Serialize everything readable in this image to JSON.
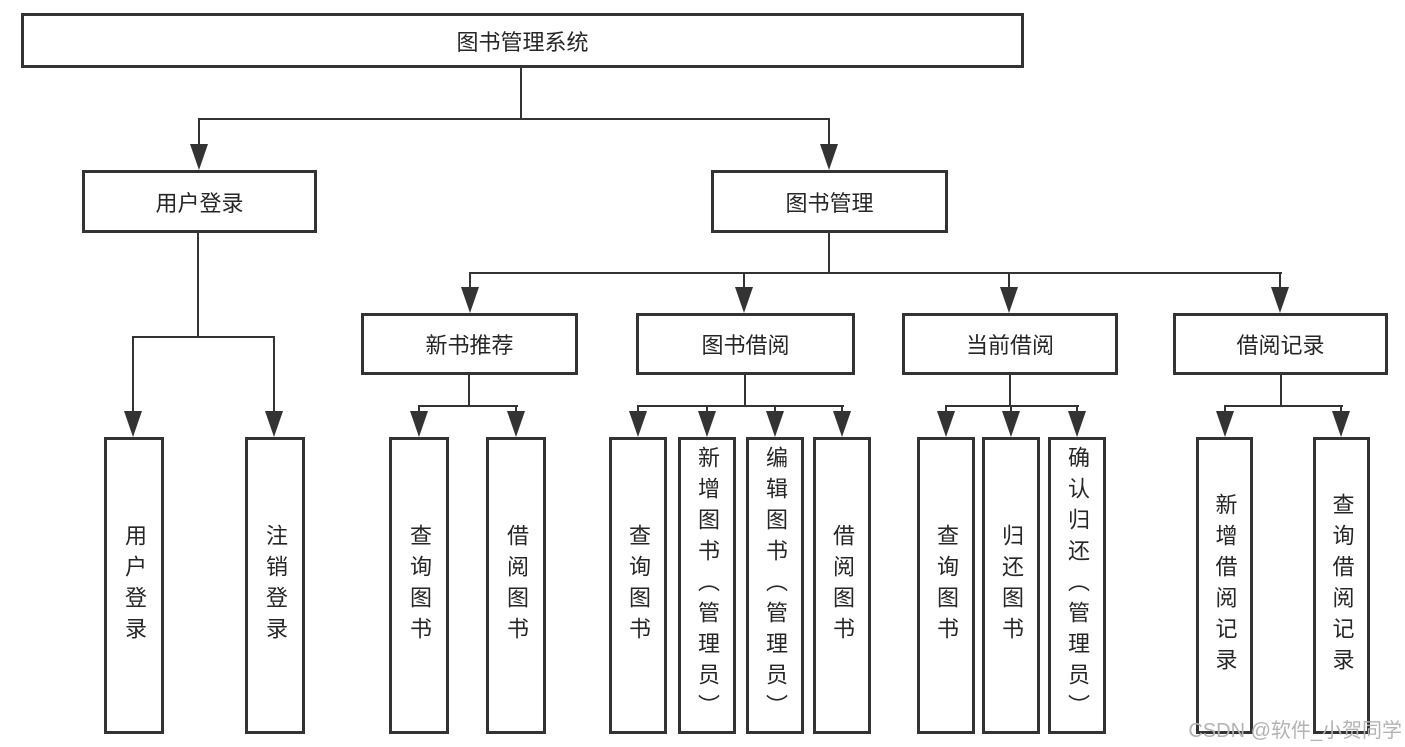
{
  "colors": {
    "line": "#333333",
    "node_border": "#333333",
    "node_background": "#ffffff",
    "node_text": "#262626",
    "watermark_text": "#b3b3b3"
  },
  "icons": {
    "arrow_down": "▼"
  },
  "watermark": "CSDN @软件_小贺同学",
  "tree": {
    "root": {
      "label": "图书管理系统"
    },
    "branches": [
      {
        "label": "用户登录",
        "children": [
          {
            "label": "用户登录"
          },
          {
            "label": "注销登录"
          }
        ]
      },
      {
        "label": "图书管理",
        "children": [
          {
            "label": "新书推荐",
            "children": [
              {
                "label": "查询图书"
              },
              {
                "label": "借阅图书"
              }
            ]
          },
          {
            "label": "图书借阅",
            "children": [
              {
                "label": "查询图书"
              },
              {
                "label": "新增图书（管理员）"
              },
              {
                "label": "编辑图书（管理员）"
              },
              {
                "label": "借阅图书"
              }
            ]
          },
          {
            "label": "当前借阅",
            "children": [
              {
                "label": "查询图书"
              },
              {
                "label": "归还图书"
              },
              {
                "label": "确认归还（管理员）"
              }
            ]
          },
          {
            "label": "借阅记录",
            "children": [
              {
                "label": "新增借阅记录"
              },
              {
                "label": "查询借阅记录"
              }
            ]
          }
        ]
      }
    ]
  }
}
